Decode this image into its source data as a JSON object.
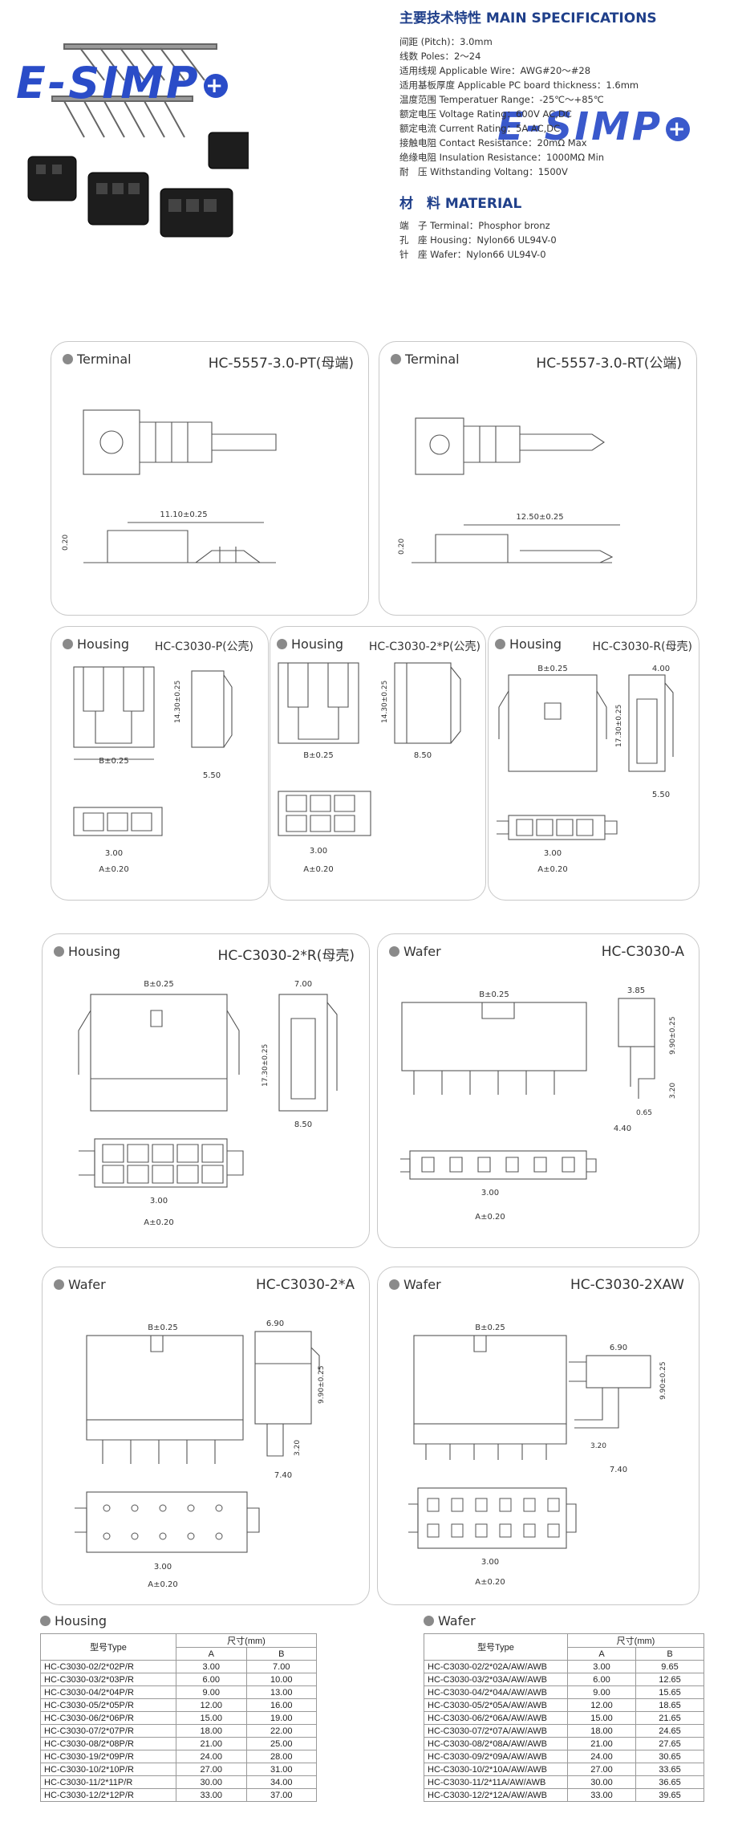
{
  "brand": {
    "logo_text": "E-SIMP",
    "logo_dot": "+"
  },
  "specs": {
    "title_cn": "主要技术特性",
    "title_en": "MAIN SPECIFICATIONS",
    "lines": [
      "间距 (Pitch)：3.0mm",
      "线数 Poles：2～24",
      "适用线规 Applicable Wire：AWG#20～#28",
      "适用基板厚度 Applicable PC board thickness：1.6mm",
      "温度范围 Temperatuer Range：-25℃～+85℃",
      "额定电压 Voltage Rating：600V AC,DC",
      "额定电流 Current Rating：5A AC,DC",
      "接触电阻 Contact Resistance：20mΩ Max",
      "绝缘电阻 Insulation Resistance：1000MΩ Min",
      "耐　压 Withstanding Voltang：1500V"
    ],
    "material_title_cn": "材　料",
    "material_title_en": "MATERIAL",
    "material_lines": [
      "端　子 Terminal：Phosphor bronz",
      "孔　座 Housing：Nylon66 UL94V-0",
      "针　座 Wafer：Nylon66 UL94V-0"
    ]
  },
  "panels": {
    "terminal_pt": {
      "type": "Terminal",
      "model": "HC-5557-3.0-PT(母端)",
      "dim1": "11.10±0.25",
      "dim2": "0.20"
    },
    "terminal_rt": {
      "type": "Terminal",
      "model": "HC-5557-3.0-RT(公端)",
      "dim1": "12.50±0.25",
      "dim2": "0.20"
    },
    "housing_p": {
      "type": "Housing",
      "model": "HC-C3030-P(公壳)",
      "b": "B±0.25",
      "h": "14.30±0.25",
      "w": "5.50",
      "p": "3.00",
      "a": "A±0.20"
    },
    "housing_2p": {
      "type": "Housing",
      "model": "HC-C3030-2*P(公壳)",
      "b": "B±0.25",
      "h": "14.30±0.25",
      "w": "8.50",
      "p": "3.00",
      "a": "A±0.20"
    },
    "housing_r": {
      "type": "Housing",
      "model": "HC-C3030-R(母壳)",
      "b": "B±0.25",
      "h": "17.30±0.25",
      "t": "4.00",
      "w": "5.50",
      "p": "3.00",
      "a": "A±0.20"
    },
    "housing_2r": {
      "type": "Housing",
      "model": "HC-C3030-2*R(母壳)",
      "b": "B±0.25",
      "h": "17.30±0.25",
      "t": "7.00",
      "w": "8.50",
      "p": "3.00",
      "a": "A±0.20"
    },
    "wafer_a": {
      "type": "Wafer",
      "model": "HC-C3030-A",
      "b": "B±0.25",
      "t": "3.85",
      "h": "9.90±0.25",
      "h2": "3.20",
      "s": "0.65",
      "w": "4.40",
      "p": "3.00",
      "a": "A±0.20"
    },
    "wafer_2a": {
      "type": "Wafer",
      "model": "HC-C3030-2*A",
      "b": "B±0.25",
      "t": "6.90",
      "h": "9.90±0.25",
      "h2": "3.20",
      "w": "7.40",
      "p": "3.00",
      "a": "A±0.20"
    },
    "wafer_2xaw": {
      "type": "Wafer",
      "model": "HC-C3030-2XAW",
      "b": "B±0.25",
      "t": "6.90",
      "h": "9.90±0.25",
      "h2": "3.20",
      "w": "7.40",
      "p": "3.00",
      "a": "A±0.20"
    }
  },
  "housing_table": {
    "title": "Housing",
    "col_type": "型号Type",
    "col_dim": "尺寸(mm)",
    "col_a": "A",
    "col_b": "B",
    "rows": [
      [
        "HC-C3030-02/2*02P/R",
        "3.00",
        "7.00"
      ],
      [
        "HC-C3030-03/2*03P/R",
        "6.00",
        "10.00"
      ],
      [
        "HC-C3030-04/2*04P/R",
        "9.00",
        "13.00"
      ],
      [
        "HC-C3030-05/2*05P/R",
        "12.00",
        "16.00"
      ],
      [
        "HC-C3030-06/2*06P/R",
        "15.00",
        "19.00"
      ],
      [
        "HC-C3030-07/2*07P/R",
        "18.00",
        "22.00"
      ],
      [
        "HC-C3030-08/2*08P/R",
        "21.00",
        "25.00"
      ],
      [
        "HC-C3030-19/2*09P/R",
        "24.00",
        "28.00"
      ],
      [
        "HC-C3030-10/2*10P/R",
        "27.00",
        "31.00"
      ],
      [
        "HC-C3030-11/2*11P/R",
        "30.00",
        "34.00"
      ],
      [
        "HC-C3030-12/2*12P/R",
        "33.00",
        "37.00"
      ]
    ]
  },
  "wafer_table": {
    "title": "Wafer",
    "col_type": "型号Type",
    "col_dim": "尺寸(mm)",
    "col_a": "A",
    "col_b": "B",
    "rows": [
      [
        "HC-C3030-02/2*02A/AW/AWB",
        "3.00",
        "9.65"
      ],
      [
        "HC-C3030-03/2*03A/AW/AWB",
        "6.00",
        "12.65"
      ],
      [
        "HC-C3030-04/2*04A/AW/AWB",
        "9.00",
        "15.65"
      ],
      [
        "HC-C3030-05/2*05A/AW/AWB",
        "12.00",
        "18.65"
      ],
      [
        "HC-C3030-06/2*06A/AW/AWB",
        "15.00",
        "21.65"
      ],
      [
        "HC-C3030-07/2*07A/AW/AWB",
        "18.00",
        "24.65"
      ],
      [
        "HC-C3030-08/2*08A/AW/AWB",
        "21.00",
        "27.65"
      ],
      [
        "HC-C3030-09/2*09A/AW/AWB",
        "24.00",
        "30.65"
      ],
      [
        "HC-C3030-10/2*10A/AW/AWB",
        "27.00",
        "33.65"
      ],
      [
        "HC-C3030-11/2*11A/AW/AWB",
        "30.00",
        "36.65"
      ],
      [
        "HC-C3030-12/2*12A/AW/AWB",
        "33.00",
        "39.65"
      ]
    ]
  }
}
